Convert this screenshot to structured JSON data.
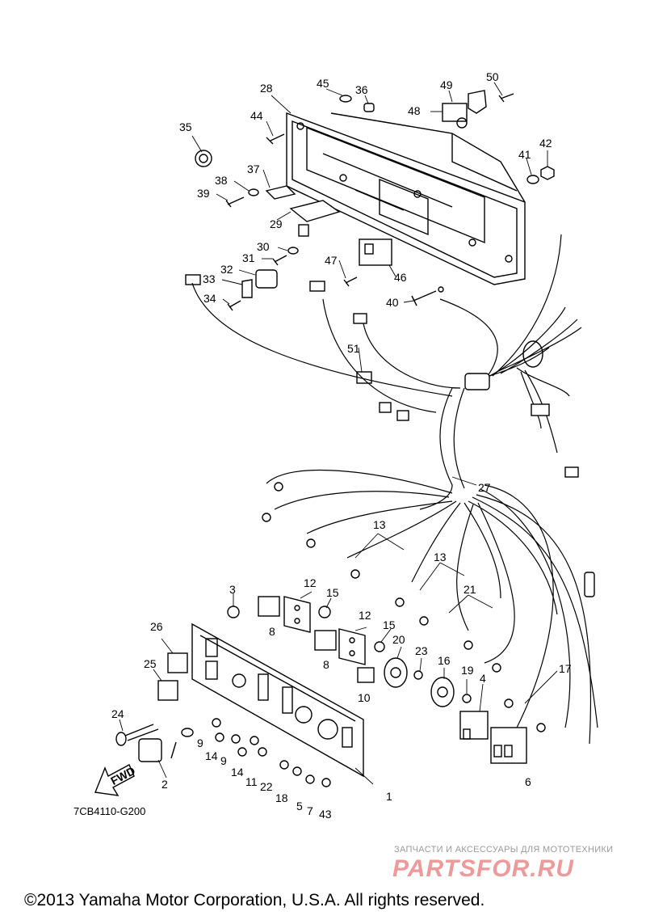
{
  "diagram": {
    "code": "7CB4110-G200",
    "arrow_label": "FWD",
    "watermark_small": "ЗАПЧАСТИ И АКСЕССУАРЫ ДЛЯ МОТОТЕХНИКИ",
    "watermark_big": "PARTSFOR.RU",
    "copyright": "©2013 Yamaha Motor Corporation, U.S.A. All rights reserved."
  },
  "callouts": [
    {
      "id": "c1",
      "text": "1"
    },
    {
      "id": "c2",
      "text": "2"
    },
    {
      "id": "c3",
      "text": "3"
    },
    {
      "id": "c4",
      "text": "4"
    },
    {
      "id": "c5",
      "text": "5"
    },
    {
      "id": "c6",
      "text": "6"
    },
    {
      "id": "c7",
      "text": "7"
    },
    {
      "id": "c8a",
      "text": "8"
    },
    {
      "id": "c8b",
      "text": "8"
    },
    {
      "id": "c9a",
      "text": "9"
    },
    {
      "id": "c9b",
      "text": "9"
    },
    {
      "id": "c10",
      "text": "10"
    },
    {
      "id": "c11",
      "text": "11"
    },
    {
      "id": "c12a",
      "text": "12"
    },
    {
      "id": "c12b",
      "text": "12"
    },
    {
      "id": "c13a",
      "text": "13"
    },
    {
      "id": "c13b",
      "text": "13"
    },
    {
      "id": "c14a",
      "text": "14"
    },
    {
      "id": "c14b",
      "text": "14"
    },
    {
      "id": "c15a",
      "text": "15"
    },
    {
      "id": "c15b",
      "text": "15"
    },
    {
      "id": "c16",
      "text": "16"
    },
    {
      "id": "c17",
      "text": "17"
    },
    {
      "id": "c18",
      "text": "18"
    },
    {
      "id": "c19",
      "text": "19"
    },
    {
      "id": "c20",
      "text": "20"
    },
    {
      "id": "c21",
      "text": "21"
    },
    {
      "id": "c22",
      "text": "22"
    },
    {
      "id": "c23",
      "text": "23"
    },
    {
      "id": "c24",
      "text": "24"
    },
    {
      "id": "c25",
      "text": "25"
    },
    {
      "id": "c26",
      "text": "26"
    },
    {
      "id": "c27",
      "text": "27"
    },
    {
      "id": "c28",
      "text": "28"
    },
    {
      "id": "c29",
      "text": "29"
    },
    {
      "id": "c30",
      "text": "30"
    },
    {
      "id": "c31",
      "text": "31"
    },
    {
      "id": "c32",
      "text": "32"
    },
    {
      "id": "c33",
      "text": "33"
    },
    {
      "id": "c34",
      "text": "34"
    },
    {
      "id": "c35",
      "text": "35"
    },
    {
      "id": "c36",
      "text": "36"
    },
    {
      "id": "c37",
      "text": "37"
    },
    {
      "id": "c38",
      "text": "38"
    },
    {
      "id": "c39",
      "text": "39"
    },
    {
      "id": "c40",
      "text": "40"
    },
    {
      "id": "c41",
      "text": "41"
    },
    {
      "id": "c42",
      "text": "42"
    },
    {
      "id": "c43",
      "text": "43"
    },
    {
      "id": "c44",
      "text": "44"
    },
    {
      "id": "c45",
      "text": "45"
    },
    {
      "id": "c46",
      "text": "46"
    },
    {
      "id": "c47",
      "text": "47"
    },
    {
      "id": "c48",
      "text": "48"
    },
    {
      "id": "c49",
      "text": "49"
    },
    {
      "id": "c50",
      "text": "50"
    },
    {
      "id": "c51",
      "text": "51"
    }
  ]
}
